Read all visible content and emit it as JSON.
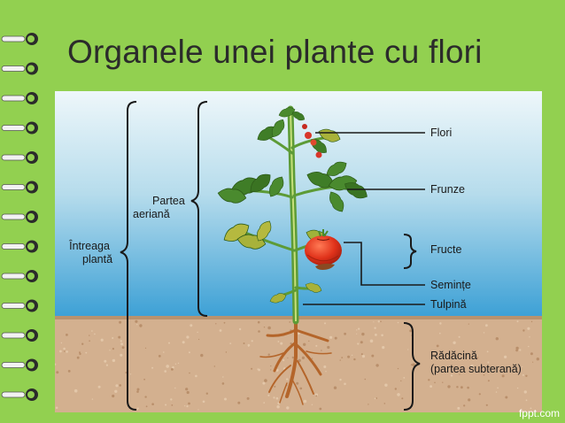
{
  "slide": {
    "title": "Organele unei plante cu flori",
    "watermark": "fppt.com"
  },
  "diagram": {
    "left_labels": {
      "whole_plant_line1": "Întreaga",
      "whole_plant_line2": "plantă",
      "aerial_line1": "Partea",
      "aerial_line2": "aeriană"
    },
    "organs": {
      "flowers": "Flori",
      "leaves": "Frunze",
      "fruits": "Fructe",
      "seeds": "Semințe",
      "stem": "Tulpină",
      "root_line1": "Rădăcină",
      "root_line2": "(partea subterană)"
    }
  },
  "colors": {
    "slide_background": "#92d050",
    "sky_top": "#e7f3f8",
    "sky_bottom": "#3aa0d6",
    "soil": "#d2ae8e",
    "leaf": "#4a8a2e",
    "fruit": "#e23b1f"
  }
}
